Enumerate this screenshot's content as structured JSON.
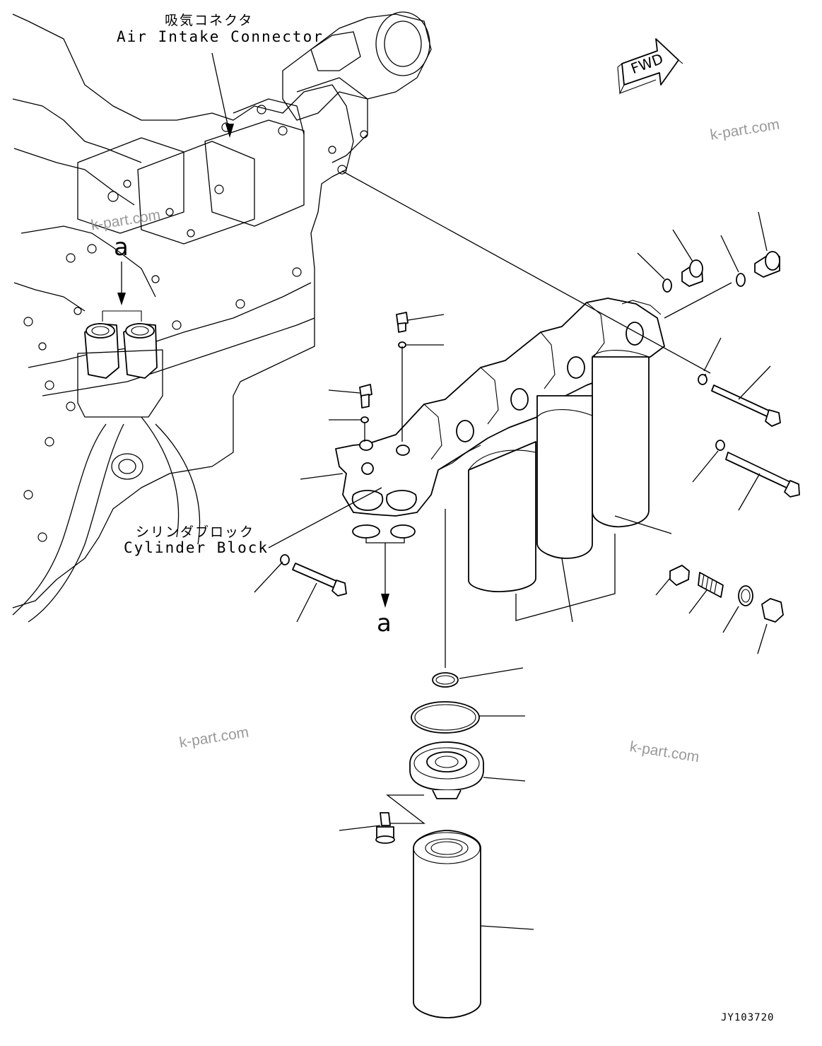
{
  "labels": {
    "air_intake_jp": "吸気コネクタ",
    "air_intake_en": "Air Intake Connector",
    "cylinder_block_jp": "シリンダブロック",
    "cylinder_block_en": "Cylinder Block",
    "ref_letter_top": "a",
    "ref_letter_bottom": "a",
    "fwd": "FWD",
    "drawing_code": "JY103720"
  },
  "watermarks": [
    "k-part.com",
    "k-part.com",
    "k-part.com",
    "k-part.com"
  ],
  "icons": {
    "fwd_arrow": "fwd-arrow-icon"
  },
  "colors": {
    "line": "#000000",
    "background": "#ffffff",
    "watermark": "#9a9a9a"
  }
}
